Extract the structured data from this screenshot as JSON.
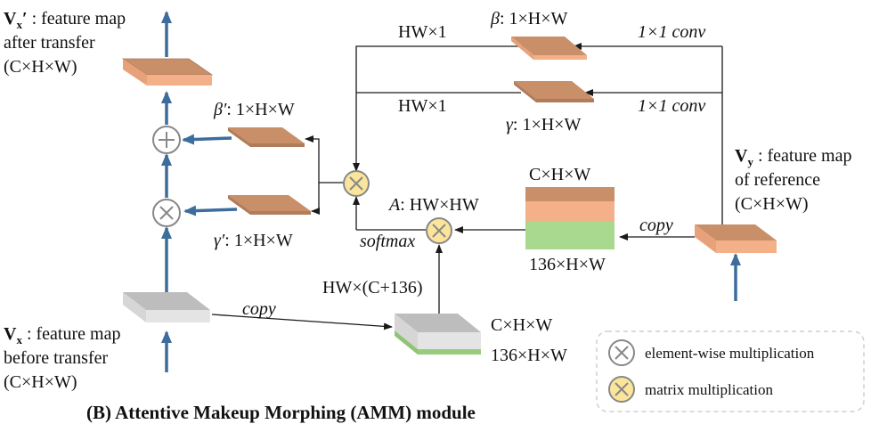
{
  "colors": {
    "brown_top": "#c98f69",
    "brown_front": "#b07c5a",
    "peach": "#f4b088",
    "gray_top": "#bdbdbd",
    "gray_front": "#dcdcdc",
    "green": "#97cc7e",
    "arrow_blue": "#3c6d9c",
    "line": "#1a1a1a",
    "element_op_fill": "#ffffff",
    "matrix_op_fill": "#fbe59b"
  },
  "labels": {
    "vx_prime_sym": "V",
    "vx_prime_sub": "x",
    "vx_prime_mark": "′",
    "vx_prime_line1": " : feature map",
    "vx_prime_line2": "after transfer",
    "vx_prime_line3": "(C×H×W)",
    "vx_sym": "V",
    "vx_sub": "x",
    "vx_line1": " : feature map",
    "vx_line2": "before transfer",
    "vx_line3": "(C×H×W)",
    "vy_sym": "V",
    "vy_sub": "y",
    "vy_line1": " : feature map",
    "vy_line2": "of reference",
    "vy_line3": "(C×H×W)",
    "beta_sym": "β",
    "beta_dim": ": 1×H×W",
    "gamma_sym": "γ",
    "gamma_dim": ": 1×H×W",
    "beta_prime_sym": "β′",
    "beta_prime_dim": ": 1×H×W",
    "gamma_prime_sym": "γ′",
    "gamma_prime_dim": ": 1×H×W",
    "hw1_top": "HW×1",
    "hw1_mid": "HW×1",
    "conv_top": "1×1 conv",
    "conv_mid": "1×1 conv",
    "copy_right": "copy",
    "copy_left": "copy",
    "a_sym": "A",
    "a_dim": ": HW×HW",
    "softmax": "softmax",
    "hwc136": "HW×(C+136)",
    "chw_right": "C×H×W",
    "ghw_right": "136×H×W",
    "chw_bottom": "C×H×W",
    "ghw_bottom": "136×H×W",
    "title": "(B) Attentive Makeup Morphing (AMM) module"
  },
  "legend": {
    "element_wise": "element-wise multiplication",
    "matrix": "matrix multiplication"
  }
}
